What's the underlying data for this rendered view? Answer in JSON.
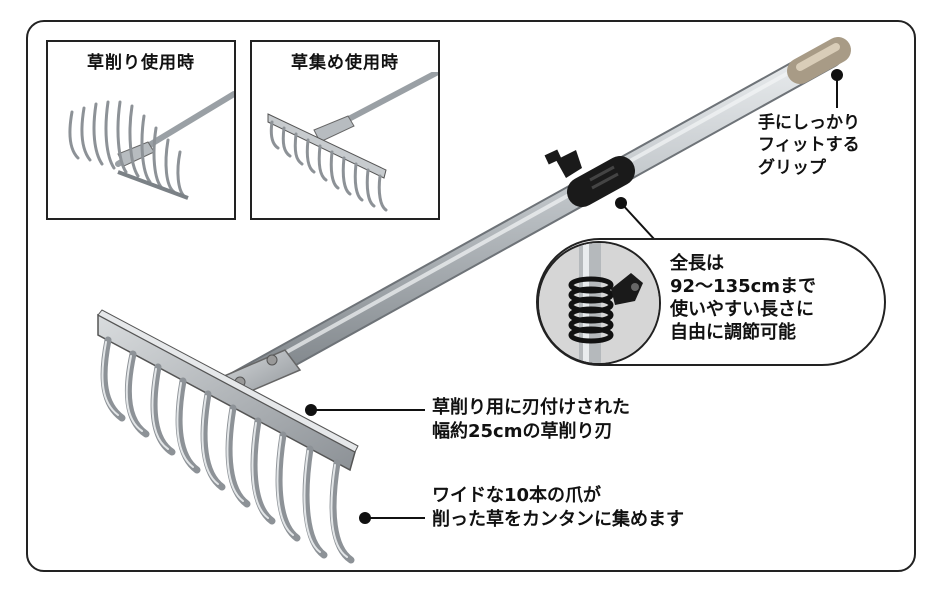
{
  "inset_left": {
    "title": "草削り使用時",
    "icon": "rake-scraping-icon"
  },
  "inset_right": {
    "title": "草集め使用時",
    "icon": "rake-gathering-icon"
  },
  "callouts": {
    "grip": [
      "手にしっかり",
      "フィットする",
      "グリップ"
    ],
    "length": [
      "全長は",
      "92〜135cmまで",
      "使いやすい長さに",
      "自由に調節可能"
    ],
    "blade": [
      "草削り用に刃付けされた",
      "幅約25cmの草削り刃"
    ],
    "tines": [
      "ワイドな10本の爪が",
      "削った草をカンタンに集めます"
    ]
  },
  "colors": {
    "border": "#222222",
    "dot": "#111111",
    "metal": "#b8bcc0"
  }
}
